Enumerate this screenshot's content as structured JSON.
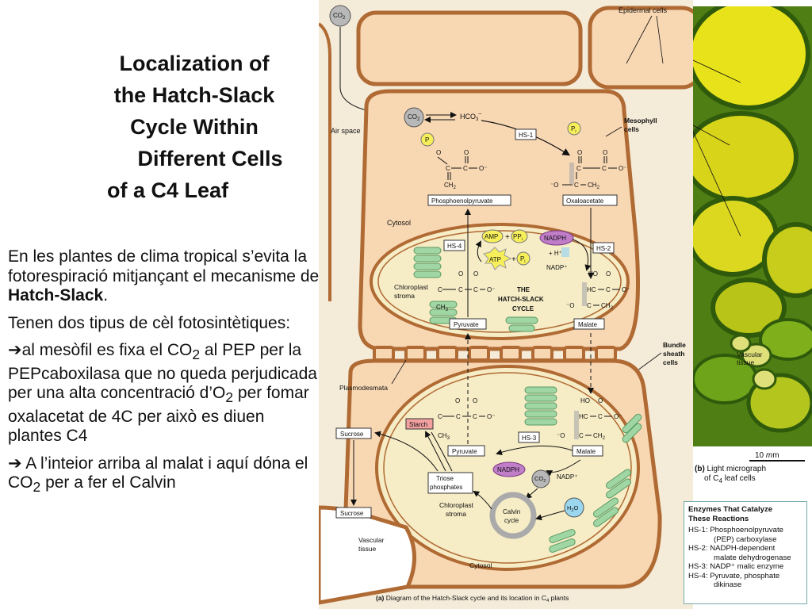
{
  "title": {
    "line1": "Localization of",
    "line2": "the Hatch-Slack",
    "line3": "Cycle Within",
    "line4": "Different Cells",
    "line5": "of a C4 Leaf"
  },
  "body": {
    "p1_a": "En les plantes de clima tropical s’evita la fotorespiració mitjançant el mecanisme de ",
    "p1_b": "Hatch-Slack",
    "p1_c": ".",
    "p2": "Tenen dos tipus de cèl fotosintètiques:",
    "p3_a": "al mesòfil es fixa el CO",
    "p3_b": " al PEP per la PEPcaboxilasa que no queda perjudicada per una alta concentració d’O",
    "p3_c": " per fomar oxalacetat de 4C per això es diuen plantes C4",
    "p4_a": " A l’inteior arriba al malat i aquí dóna el CO",
    "p4_b": " per a fer el Calvin",
    "sub2": "2"
  },
  "diagram": {
    "co2": "CO",
    "sub2": "2",
    "sub3": "3",
    "epidermal": "Epidermal cells",
    "air_space": "Air space",
    "hco3": "HCO",
    "hs1": "HS-1",
    "hs2": "HS-2",
    "hs3": "HS-3",
    "hs4": "HS-4",
    "p": "P",
    "pi": "P",
    "i": "i",
    "mesophyll_1": "Mesophyll",
    "mesophyll_2": "cells",
    "pep": "Phosphoenolpyruvate",
    "oxaloacetate": "Oxaloacetate",
    "cytosol": "Cytosol",
    "amp": "AMP",
    "ppi": "PP",
    "nadph": "NADPH",
    "h_plus": "+ H⁺",
    "nadp_plus": "NADP⁺",
    "atp": "ATP",
    "chloroplast_stroma_1": "Chloroplast",
    "chloroplast_stroma_2": "stroma",
    "cycle_1": "THE",
    "cycle_2": "HATCH-SLACK",
    "cycle_3": "CYCLE",
    "pyruvate": "Pyruvate",
    "malate": "Malate",
    "bundle_1": "Bundle",
    "bundle_2": "sheath",
    "bundle_3": "cells",
    "vascular_tissue_1": "Vascular",
    "vascular_tissue_2": "tissue",
    "plasmodesmata": "Plasmodesmata",
    "starch": "Starch",
    "sucrose": "Sucrose",
    "triose_1": "Triose",
    "triose_2": "phosphates",
    "calvin_1": "Calvin",
    "calvin_2": "cycle",
    "h2o_h": "H",
    "h2o_o": "O",
    "caption_a_label": "(a)",
    "caption_a": " Diagram of the Hatch-Slack cycle and its location in C",
    "caption_a_sub": "4",
    "caption_a_end": " plants",
    "minus": "–",
    "ch2": "CH",
    "ch3": "CH",
    "o": "O",
    "ho": "HO",
    "hc": "HC",
    "c": "C",
    "o_minus": "O⁻",
    "minus_o": "⁻O"
  },
  "micrograph": {
    "mesophyll_1": "Mesophyll",
    "mesophyll_2": "cells",
    "vascular_1": "Vascular",
    "vascular_2": "tissue",
    "scale": "10 ",
    "scale_unit": "m",
    "scale_mu": "m",
    "caption_b_label": "(b)",
    "caption_b_1": " Light micrograph",
    "caption_b_2": "of C",
    "caption_b_sub": "4",
    "caption_b_3": " leaf cells"
  },
  "enzymes": {
    "heading_1": "Enzymes That Catalyze",
    "heading_2": "These Reactions",
    "hs1_a": "HS-1: Phosphoenolpyruvate",
    "hs1_b": "(PEP) carboxylase",
    "hs2_a": "HS-2: NADPH-dependent",
    "hs2_b": "malate dehydrogenase",
    "hs3": "HS-3: NADP⁺ malic enzyme",
    "hs4_a": "HS-4: Pyruvate, phosphate",
    "hs4_b": "dikinase"
  },
  "colors": {
    "cell_wall": "#b06a33",
    "cell_fill": "#f8d7b3",
    "chloroplast_fill": "#f6ecc6",
    "thylakoid": "#9fd6a4",
    "micro_yellow": "#e8e21a",
    "micro_green": "#4f7f14"
  }
}
